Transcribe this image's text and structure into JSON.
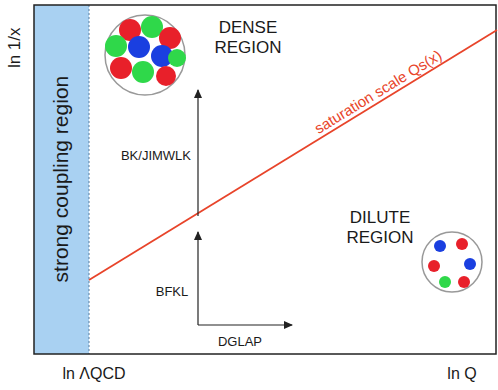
{
  "diagram": {
    "nodes": [
      {
        "text": [
          "strong coupling region"
        ]
      }
    ],
    "labels": [
      "ln 1/x",
      "DENSE REGION",
      "saturation scale Qs(x)",
      "BK/JIMWLK",
      "BFKL",
      "DGLAP",
      "DILUTE REGION",
      "ln ΛQCD",
      "ln Q"
    ]
  }
}
